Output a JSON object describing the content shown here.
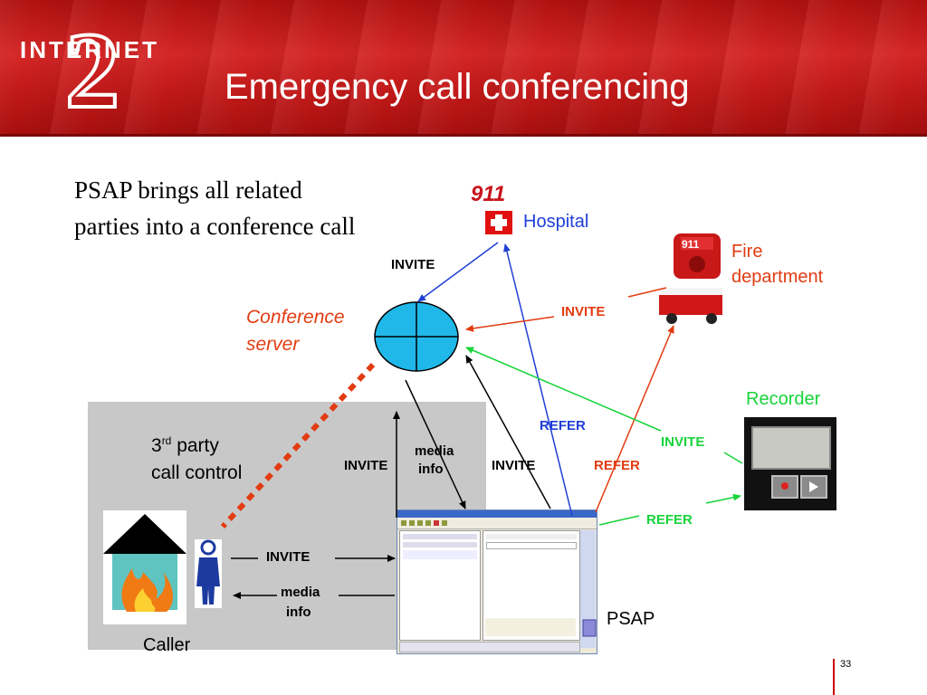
{
  "header": {
    "logo_text": "INTERNET",
    "logo_mark": "2",
    "title": "Emergency call conferencing"
  },
  "subtitle": {
    "line1": "PSAP brings all related",
    "line2": "parties into a conference call"
  },
  "nodes": {
    "conference_server_line1": "Conference",
    "conference_server_line2": "server",
    "hospital": "Hospital",
    "fire_line1": "Fire",
    "fire_line2": "department",
    "recorder": "Recorder",
    "caller": "Caller",
    "psap": "PSAP",
    "third_party_prefix": "3",
    "third_party_sup": "rd",
    "third_party_rest": " party",
    "third_party_line2": "call control",
    "emblem_911": "911",
    "fire_911": "911"
  },
  "messages": {
    "invite_hospital": "INVITE",
    "invite_fire": "INVITE",
    "refer_hospital": "REFER",
    "invite_recorder": "INVITE",
    "refer_fire": "REFER",
    "refer_recorder": "REFER",
    "invite_up": "INVITE",
    "media_info_1_line1": "media",
    "media_info_1_line2": "info",
    "invite_psap_server": "INVITE",
    "invite_caller": "INVITE",
    "media_info_2_line1": "media",
    "media_info_2_line2": "info"
  },
  "colors": {
    "blue": "#1f3fd6",
    "red": "#e23c12",
    "green": "#17d43a",
    "black": "#000000",
    "server_fill": "#1fb8e8"
  },
  "page_number": "33"
}
